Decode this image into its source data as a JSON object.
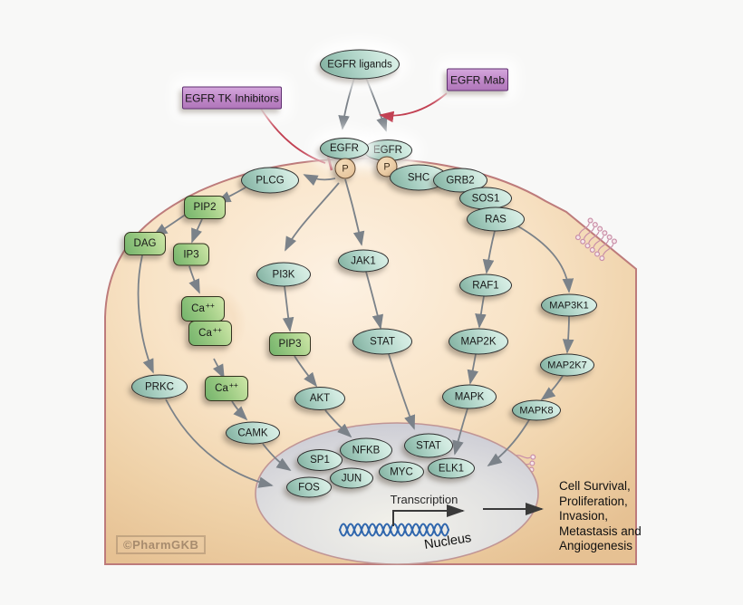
{
  "watermark": "©PharmGKB",
  "inhibitors": {
    "tki": "EGFR TK Inhibitors",
    "mab": "EGFR Mab"
  },
  "nodes": {
    "egfr_ligands": "EGFR ligands",
    "egfr": "EGFR",
    "p": "P",
    "plcg": "PLCG",
    "pip2": "PIP2",
    "dag": "DAG",
    "ip3": "IP3",
    "ca": {
      "base": "Ca",
      "sup": "++"
    },
    "prkc": "PRKC",
    "camk": "CAMK",
    "pi3k": "PI3K",
    "pip3": "PIP3",
    "akt": "AKT",
    "jak1": "JAK1",
    "stat": "STAT",
    "shc": "SHC",
    "grb2": "GRB2",
    "sos1": "SOS1",
    "ras": "RAS",
    "raf1": "RAF1",
    "map2k": "MAP2K",
    "mapk": "MAPK",
    "map3k1": "MAP3K1",
    "map2k7": "MAP2K7",
    "mapk8": "MAPK8",
    "sp1": "SP1",
    "nfkb": "NFKB",
    "stat_n": "STAT",
    "myc": "MYC",
    "elk1": "ELK1",
    "jun": "JUN",
    "fos": "FOS"
  },
  "nucleus": {
    "label": "Nucleus",
    "transcription": "Transcription"
  },
  "outcome": {
    "lines": [
      "Cell Survival,",
      "Proliferation,",
      "Invasion,",
      "Metastasis and",
      "Angiogenesis"
    ]
  },
  "colors": {
    "cell_fill": "#f3d9b8",
    "membrane": "#bd7b7b",
    "node_teal": "#a8cfc2",
    "node_green": "#9ccb83",
    "phospho_tan": "#e8c49a",
    "inhibitor_purple": "#bd85c6",
    "arrow_gray": "#7b8289",
    "inhibit_red": "#c24052",
    "dna_blue": "#2f66ad",
    "nucleus_fill": "#d7d7dc"
  }
}
